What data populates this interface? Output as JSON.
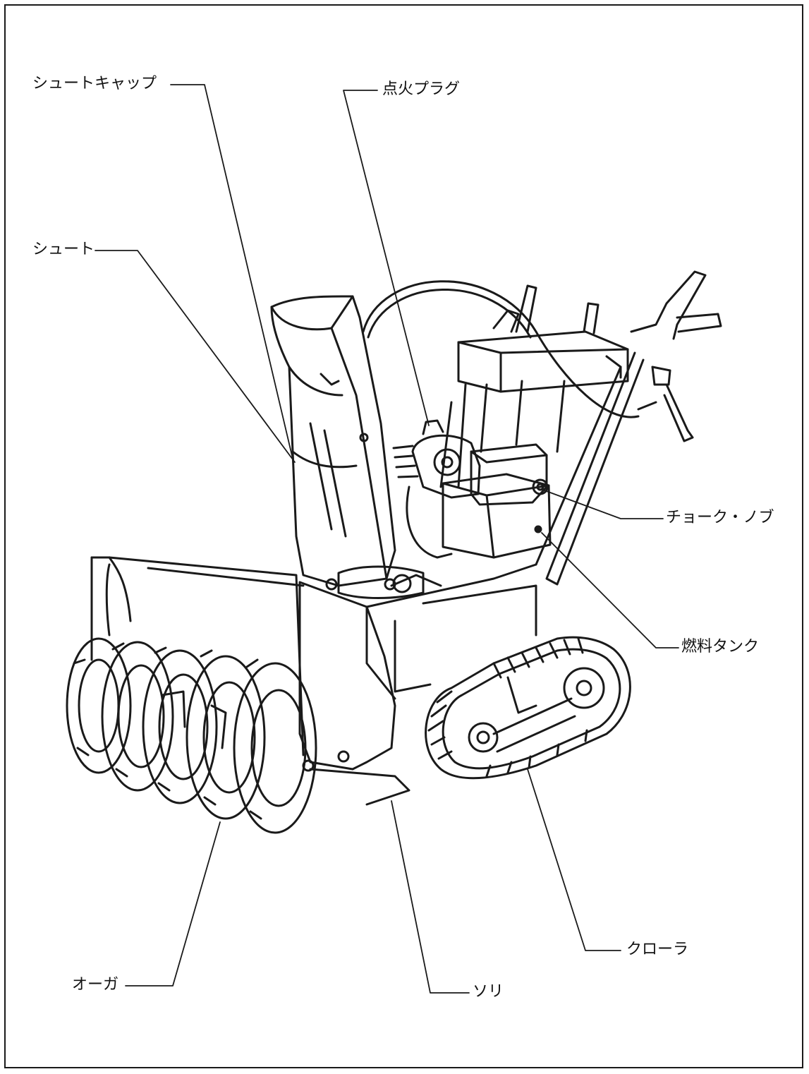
{
  "diagram": {
    "labels": {
      "chute_cap": "シュートキャップ",
      "spark_plug": "点火プラグ",
      "chute": "シュート",
      "choke_knob": "チョーク・ノブ",
      "fuel_tank": "燃料タンク",
      "auger": "オーガ",
      "skid": "ソリ",
      "crawler": "クローラ"
    },
    "colors": {
      "line": "#1a1a1a",
      "background": "#ffffff"
    }
  }
}
